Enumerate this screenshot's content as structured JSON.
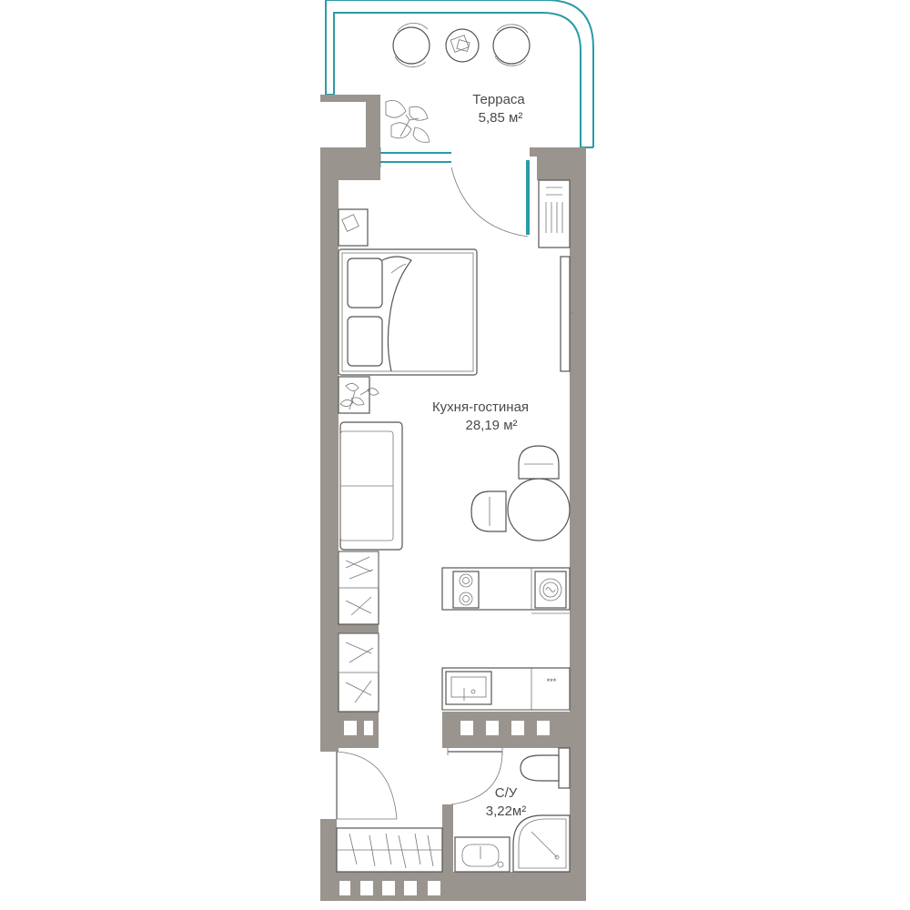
{
  "rooms": {
    "terrace": {
      "name": "Терраса",
      "area": "5,85 м²"
    },
    "living_kitchen": {
      "name": "Кухня-гостиная",
      "area": "28,19 м²"
    },
    "bathroom": {
      "name": "С/У",
      "area": "3,22м²"
    }
  },
  "colors": {
    "wall": "#9a948e",
    "accent": "#2a9ba8",
    "line": "#555555",
    "background": "#ffffff"
  },
  "icons": [
    "plant-icon",
    "chair-icon",
    "bed-icon",
    "sofa-icon",
    "stove-icon",
    "washing-machine-icon",
    "sink-icon",
    "toilet-icon",
    "shower-icon",
    "bathroom-sink-icon",
    "radiator-icon"
  ]
}
